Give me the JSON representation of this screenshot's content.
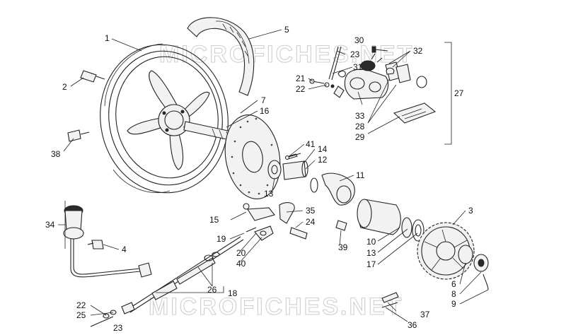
{
  "watermark": "MICROFICHES.NET",
  "callouts": [
    {
      "id": "c1",
      "text": "1"
    },
    {
      "id": "c2",
      "text": "2"
    },
    {
      "id": "c5",
      "text": "5"
    },
    {
      "id": "c30",
      "text": "30"
    },
    {
      "id": "c23a",
      "text": "23"
    },
    {
      "id": "c32",
      "text": "32"
    },
    {
      "id": "c31",
      "text": "31"
    },
    {
      "id": "c21",
      "text": "21"
    },
    {
      "id": "c22a",
      "text": "22"
    },
    {
      "id": "c27",
      "text": "27"
    },
    {
      "id": "c33",
      "text": "33"
    },
    {
      "id": "c28",
      "text": "28"
    },
    {
      "id": "c29",
      "text": "29"
    },
    {
      "id": "c7",
      "text": "7"
    },
    {
      "id": "c16",
      "text": "16"
    },
    {
      "id": "c41",
      "text": "41"
    },
    {
      "id": "c14",
      "text": "14"
    },
    {
      "id": "c12",
      "text": "12"
    },
    {
      "id": "c11",
      "text": "11"
    },
    {
      "id": "c38",
      "text": "38"
    },
    {
      "id": "c13a",
      "text": "13"
    },
    {
      "id": "c3",
      "text": "3"
    },
    {
      "id": "c34",
      "text": "34"
    },
    {
      "id": "c4",
      "text": "4"
    },
    {
      "id": "c15",
      "text": "15"
    },
    {
      "id": "c35",
      "text": "35"
    },
    {
      "id": "c24",
      "text": "24"
    },
    {
      "id": "c19",
      "text": "19"
    },
    {
      "id": "c20",
      "text": "20"
    },
    {
      "id": "c40",
      "text": "40"
    },
    {
      "id": "c39",
      "text": "39"
    },
    {
      "id": "c10",
      "text": "10"
    },
    {
      "id": "c13b",
      "text": "13"
    },
    {
      "id": "c17",
      "text": "17"
    },
    {
      "id": "c26",
      "text": "26"
    },
    {
      "id": "c18",
      "text": "18"
    },
    {
      "id": "c6",
      "text": "6"
    },
    {
      "id": "c8",
      "text": "8"
    },
    {
      "id": "c9",
      "text": "9"
    },
    {
      "id": "c22b",
      "text": "22"
    },
    {
      "id": "c25",
      "text": "25"
    },
    {
      "id": "c23b",
      "text": "23"
    },
    {
      "id": "c37",
      "text": "37"
    },
    {
      "id": "c36",
      "text": "36"
    }
  ]
}
